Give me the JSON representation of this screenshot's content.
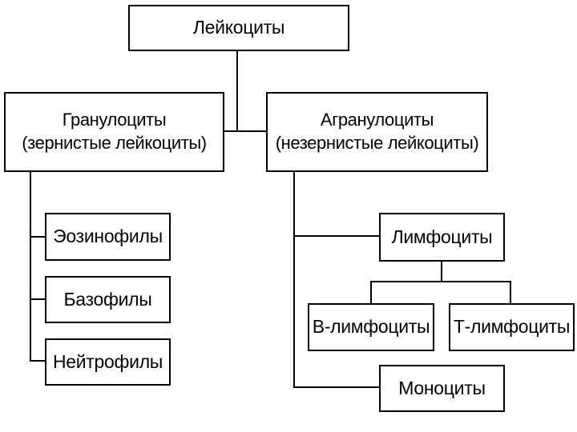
{
  "diagram": {
    "root": "Лейкоциты",
    "granulocytes": {
      "title": "Гранулоциты",
      "subtitle": "(зернистые лейкоциты)",
      "children": [
        "Эозинофилы",
        "Базофилы",
        "Нейтрофилы"
      ]
    },
    "agranulocytes": {
      "title": "Агранулоциты",
      "subtitle": "(незернистые лейкоциты)",
      "lymphocytes": {
        "title": "Лимфоциты",
        "children": [
          "В-лимфоциты",
          "Т-лимфоциты"
        ]
      },
      "monocytes": "Моноциты"
    }
  }
}
